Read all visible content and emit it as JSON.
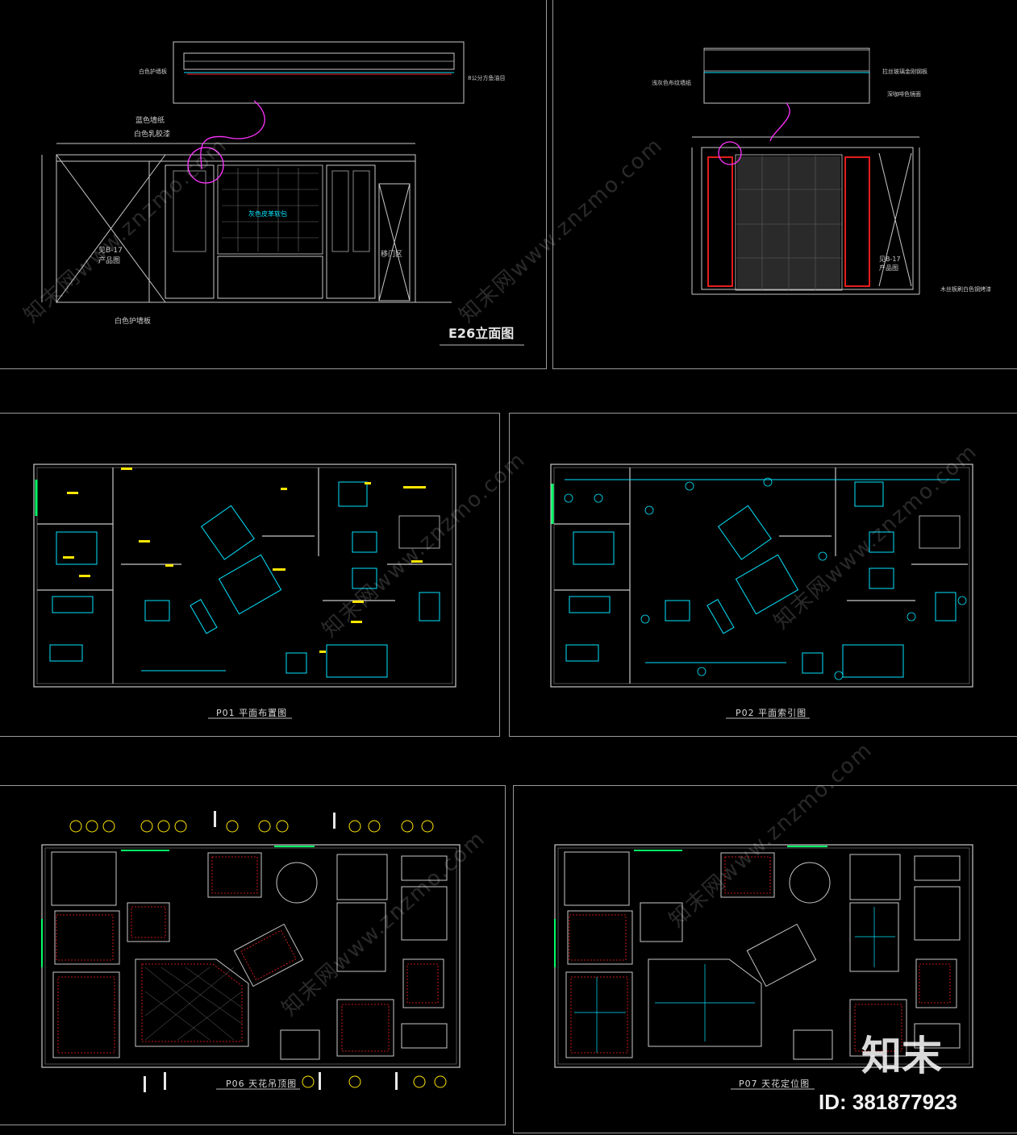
{
  "sheets": {
    "elevation": {
      "title": "E26立面图"
    },
    "plan1": {
      "title": "P01 平面布置图"
    },
    "plan2": {
      "title": "P02 平面索引图"
    },
    "ceiling1": {
      "title": "P06 天花吊顶图"
    },
    "ceiling2": {
      "title": "P07 天花定位图"
    }
  },
  "elevation_notes": {
    "left_top_1": "白色护墙板",
    "left_top_2": "8公分方鱼油目",
    "blue_wall": "蓝色墙纸",
    "white_glue": "白色乳胶漆",
    "product_left": "见B-17",
    "product_left_2": "产品图",
    "door_area": "移门区",
    "white_panel_bottom": "白色护墙板",
    "center_label": "灰色皮革软包",
    "right_note_1": "拉丝玻璃金刚钢板",
    "right_note_2": "浅灰色布纹墙纸",
    "right_note_3": "深咖啡色镜面",
    "right_note_4": "木丝板刷白色钢烤漆",
    "product_right": "见B-17",
    "product_right_2": "产品图"
  },
  "watermark": {
    "text": "知末网www.znzmo.com"
  },
  "brand": {
    "logo": "知末",
    "id": "ID: 381877923"
  },
  "colors": {
    "line": "#c8c8c8",
    "cyan": "#00e5ff",
    "yellow": "#ffe600",
    "green": "#00ff66",
    "red": "#ff2020",
    "magenta": "#ff33ff",
    "white": "#e8e8e8"
  }
}
